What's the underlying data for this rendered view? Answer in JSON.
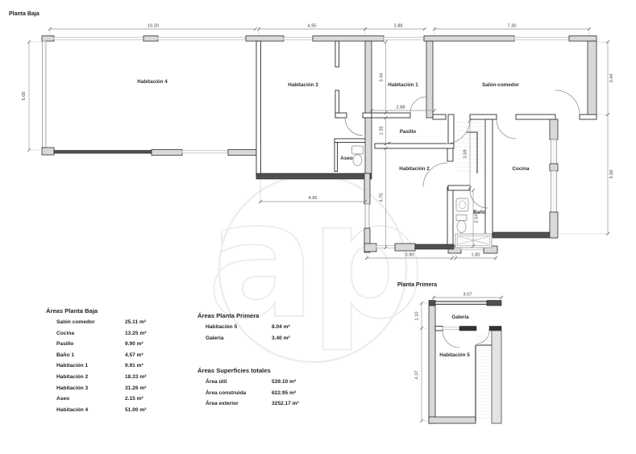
{
  "watermark": {
    "text": "ap"
  },
  "pb": {
    "title": "Planta Baja",
    "rooms": {
      "hab4": "Habitación 4",
      "hab3": "Habitación 3",
      "hab1": "Habitación 1",
      "salon": "Salón-comedor",
      "pasillo": "Pasillo",
      "aseo": "Aseo",
      "hab2": "Habitación 2",
      "cocina": "Cocina",
      "bano": "Baño"
    },
    "dims": {
      "w_hab4": "10.20",
      "w_hab3": "4.95",
      "w_hab1": "2.88",
      "w_salon": "7.30",
      "h_hab4": "5.00",
      "h_salon": "3.44",
      "h_right": "5.50",
      "h_hab1": "3.44",
      "w_hab1_i": "2.88",
      "h_pasillo": "1.35",
      "h_hab2": "4.70",
      "h_vest": "3.59",
      "h_bano": "2.54",
      "w_hab3_i": "4.95",
      "w_hab2": "3.90",
      "w_bano": "1.80"
    }
  },
  "pp": {
    "title": "Planta Primera",
    "rooms": {
      "galeria": "Galería",
      "hab5": "Habitación 5"
    },
    "dims": {
      "w_top": "3.07",
      "h_galeria": "1.10",
      "h_hab5": "4.37"
    }
  },
  "tables": {
    "pb": {
      "title": "Áreas Planta Baja",
      "rows": [
        {
          "label": "Salón comedor",
          "value": "25.11 m²"
        },
        {
          "label": "Cocina",
          "value": "13.25 m²"
        },
        {
          "label": "Pasillo",
          "value": "9.90 m²"
        },
        {
          "label": "Baño 1",
          "value": "4.57 m²"
        },
        {
          "label": "Habitación 1",
          "value": "9.91 m²"
        },
        {
          "label": "Habitación 2",
          "value": "18.33 m²"
        },
        {
          "label": "Habitación 3",
          "value": "31.26 m²"
        },
        {
          "label": "Aseo",
          "value": "2.15 m²"
        },
        {
          "label": "Habitación 4",
          "value": "51.00 m²"
        }
      ]
    },
    "pp": {
      "title": "Áreas Planta Primera",
      "rows": [
        {
          "label": "Habitación 5",
          "value": "8.04 m²"
        },
        {
          "label": "Galería",
          "value": "3.40 m²"
        }
      ]
    },
    "tot": {
      "title": "Áreas Superficies totales",
      "rows": [
        {
          "label": "Área útil",
          "value": "539.10 m²"
        },
        {
          "label": "Área construida",
          "value": "622.95 m²"
        },
        {
          "label": "Área exterior",
          "value": "3252.17 m²"
        }
      ]
    }
  }
}
